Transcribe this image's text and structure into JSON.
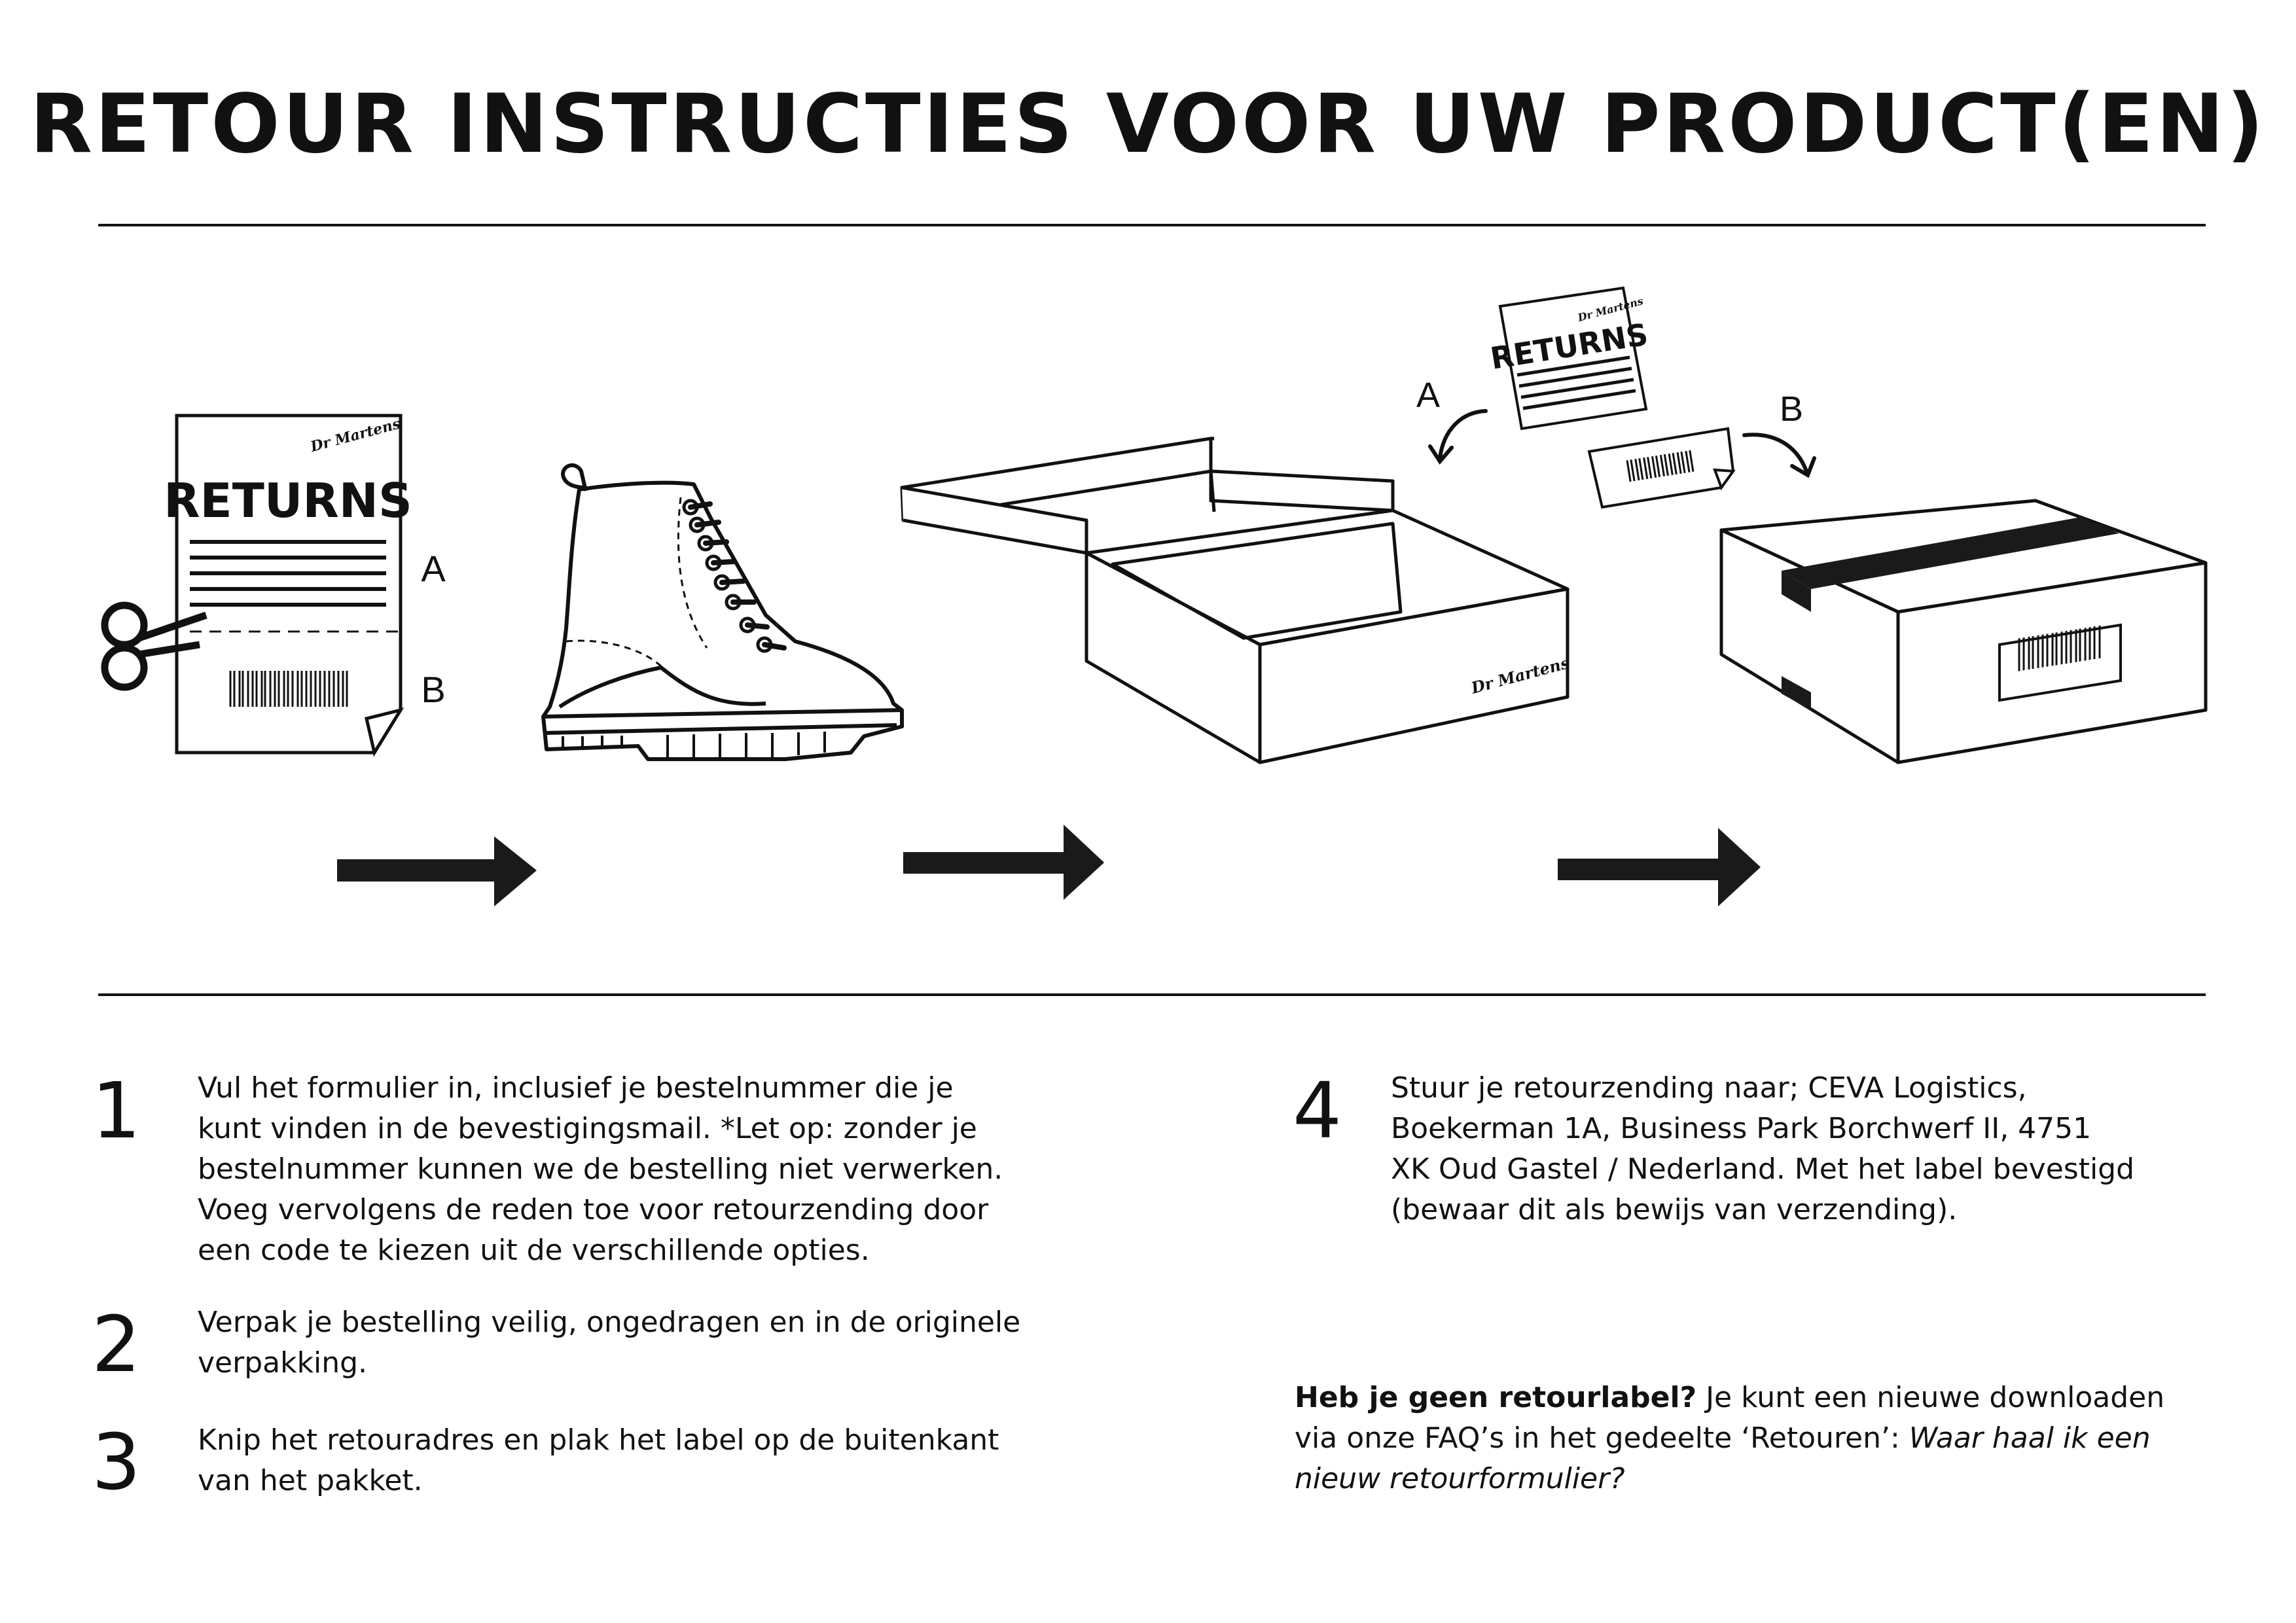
{
  "title": "RETOUR INSTRUCTIES VOOR UW PRODUCT(EN)",
  "illustration": {
    "form_heading": "RETURNS",
    "form_brand": "Dr Martens",
    "label_a": "A",
    "label_b": "B",
    "box_brand": "Dr Martens",
    "icons": [
      "scissors-icon",
      "returns-form-icon",
      "boot-icon",
      "arrow-right-icon",
      "shoebox-icon",
      "arrow-right-icon",
      "returns-form-icon",
      "barcode-label-icon",
      "curved-arrow-icon",
      "shipping-box-icon",
      "arrow-right-icon"
    ]
  },
  "steps": [
    {
      "number": "1",
      "lines": [
        "Vul het formulier in, inclusief je bestelnummer die je",
        "kunt vinden in de bevestigingsmail. *Let op: zonder je",
        "bestelnummer kunnen we de bestelling niet verwerken.",
        "Voeg vervolgens de reden toe voor retourzending door",
        "een code te kiezen uit de verschillende opties."
      ]
    },
    {
      "number": "2",
      "lines": [
        "Verpak je bestelling veilig, ongedragen en in de originele",
        "verpakking."
      ]
    },
    {
      "number": "3",
      "lines": [
        "Knip het retouradres en plak het label op de buitenkant",
        "van het pakket."
      ]
    },
    {
      "number": "4",
      "lines": [
        "Stuur je retourzending naar; CEVA Logistics,",
        "Boekerman 1A, Business Park Borchwerf II, 4751",
        "XK Oud Gastel / Nederland. Met het label bevestigd",
        "(bewaar dit als bewijs van verzending)."
      ]
    }
  ],
  "note": {
    "bold": "Heb je geen retourlabel?",
    "line1_rest": " Je kunt een nieuwe downloaden",
    "line2_plain": "via onze FAQ’s in het gedeelte ‘Retouren’: ",
    "line2_italic": "Waar haal ik een",
    "line3_italic": "nieuw retourformulier?"
  }
}
